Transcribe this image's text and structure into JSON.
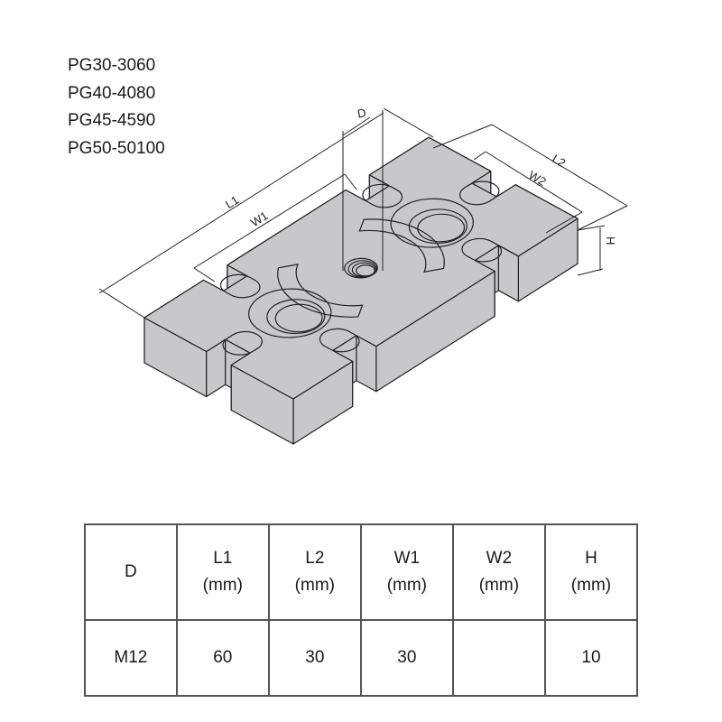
{
  "models": [
    "PG30-3060",
    "PG40-4080",
    "PG45-4590",
    "PG50-50100"
  ],
  "drawing": {
    "dimension_labels": {
      "D": "D",
      "L1": "L1",
      "W1": "W1",
      "L2": "L2",
      "W2": "W2",
      "H": "H"
    },
    "colors": {
      "body": "#c8c8ca",
      "line": "#222222"
    }
  },
  "table": {
    "headers": [
      {
        "name": "D",
        "unit": ""
      },
      {
        "name": "L1",
        "unit": "(mm)"
      },
      {
        "name": "L2",
        "unit": "(mm)"
      },
      {
        "name": "W1",
        "unit": "(mm)"
      },
      {
        "name": "W2",
        "unit": "(mm)"
      },
      {
        "name": "H",
        "unit": "(mm)"
      }
    ],
    "rows": [
      [
        "M12",
        "60",
        "30",
        "30",
        "",
        "10"
      ]
    ]
  }
}
